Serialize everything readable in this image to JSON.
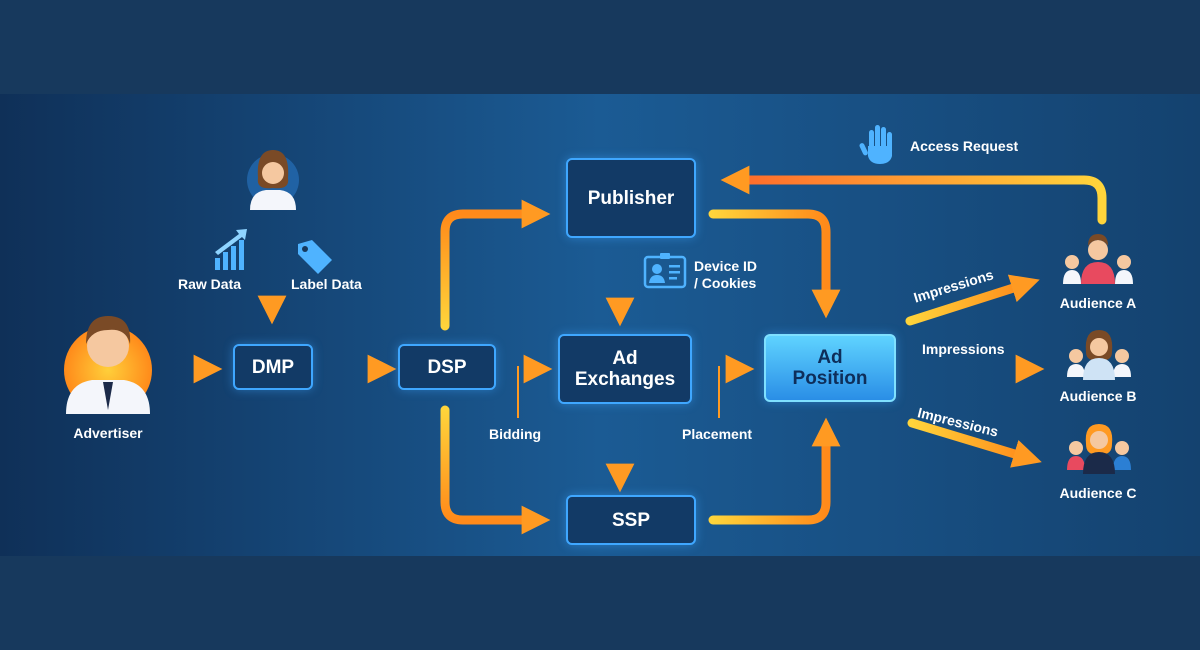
{
  "colors": {
    "band": "#17395d",
    "panel_start": "#0f3058",
    "panel_end": "#1b5b94",
    "node_border": "#3fa7ff",
    "highlight": "#4fc3ff",
    "arrow_start": "#ff8a1a",
    "arrow_end": "#ffd43b"
  },
  "nodes": {
    "dmp": "DMP",
    "dsp": "DSP",
    "publisher": "Publisher",
    "ad_exchanges": "Ad\nExchanges",
    "ssp": "SSP",
    "ad_position": "Ad\nPosition"
  },
  "actors": {
    "advertiser": "Advertiser",
    "audience_a": "Audience A",
    "audience_b": "Audience B",
    "audience_c": "Audience C"
  },
  "edge_labels": {
    "raw_data": "Raw Data",
    "label_data": "Label Data",
    "device_id": "Device ID\n/ Cookies",
    "bidding": "Bidding",
    "placement": "Placement",
    "access_request": "Access Request",
    "impressions_a": "Impressions",
    "impressions_b": "Impressions",
    "impressions_c": "Impressions"
  },
  "icons": [
    "user-icon",
    "businessman-icon",
    "bar-chart-icon",
    "tag-icon",
    "id-card-icon",
    "hand-icon",
    "group-icon"
  ]
}
